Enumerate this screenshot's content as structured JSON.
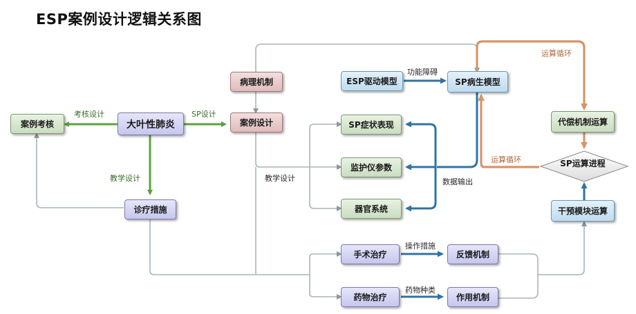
{
  "title": "ESP案例设计逻辑关系图",
  "nodes": {
    "case_exam": "案例考核",
    "pneumonia": "大叶性肺炎",
    "case_design": "案例设计",
    "pathology": "病理机制",
    "diagnosis": "诊疗措施",
    "esp_driver": "ESP驱动模型",
    "sp_pathogen": "SP病生模型",
    "sp_symptoms": "SP症状表现",
    "monitor": "监护仪参数",
    "organ": "器官系统",
    "surgery": "手术治疗",
    "drug": "药物治疗",
    "feedback": "反馈机制",
    "action": "作用机制",
    "compensation": "代偿机制运算",
    "sp_process": "SP运算进程",
    "intervention": "干预模块运算"
  },
  "edge_labels": {
    "exam_design": "考核设计",
    "sp_design": "SP设计",
    "teaching_design_1": "教学设计",
    "teaching_design_2": "教学设计",
    "func_disorder": "功能障碍",
    "data_output": "数据输出",
    "calc_loop_1": "运算循环",
    "calc_loop_2": "运算循环",
    "operation": "操作措施",
    "drug_type": "药物种类"
  },
  "colors": {
    "green_arrow": "#59a33c",
    "blue_arrow": "#2f73a3",
    "orange_arrow": "#d4956a",
    "gray_line": "#a9b4bc"
  }
}
